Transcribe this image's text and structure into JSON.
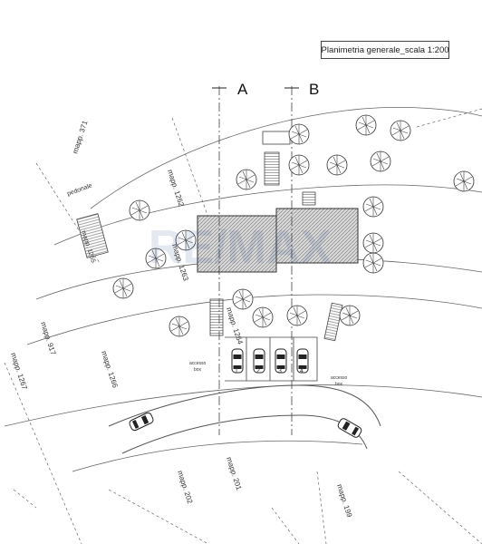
{
  "title": "Planimetria generale_scala 1:200",
  "sections": {
    "a": "A",
    "b": "B"
  },
  "parcels": {
    "m371": "mapp. 371",
    "pedonale": "pedonale",
    "m1262": "mapp. 1262",
    "m1265": "mapp. 1265",
    "m1263": "mapp. 1263",
    "m1264": "mapp. 1264",
    "m917": "mapp. 917",
    "m1267": "mapp. 1267",
    "m1266": "mapp. 1266",
    "m202": "mapp. 202",
    "m201": "mapp. 201",
    "m199": "mapp. 199"
  },
  "access": {
    "left_1": "accesso",
    "left_2": "box",
    "right_1": "accesso",
    "right_2": "box"
  },
  "parking": [
    "1",
    "2",
    "3",
    "4"
  ],
  "watermark": "RE/MAX",
  "colors": {
    "line": "#555555",
    "roof_hatch": "#888888",
    "watermark": "#1f3f8f"
  }
}
